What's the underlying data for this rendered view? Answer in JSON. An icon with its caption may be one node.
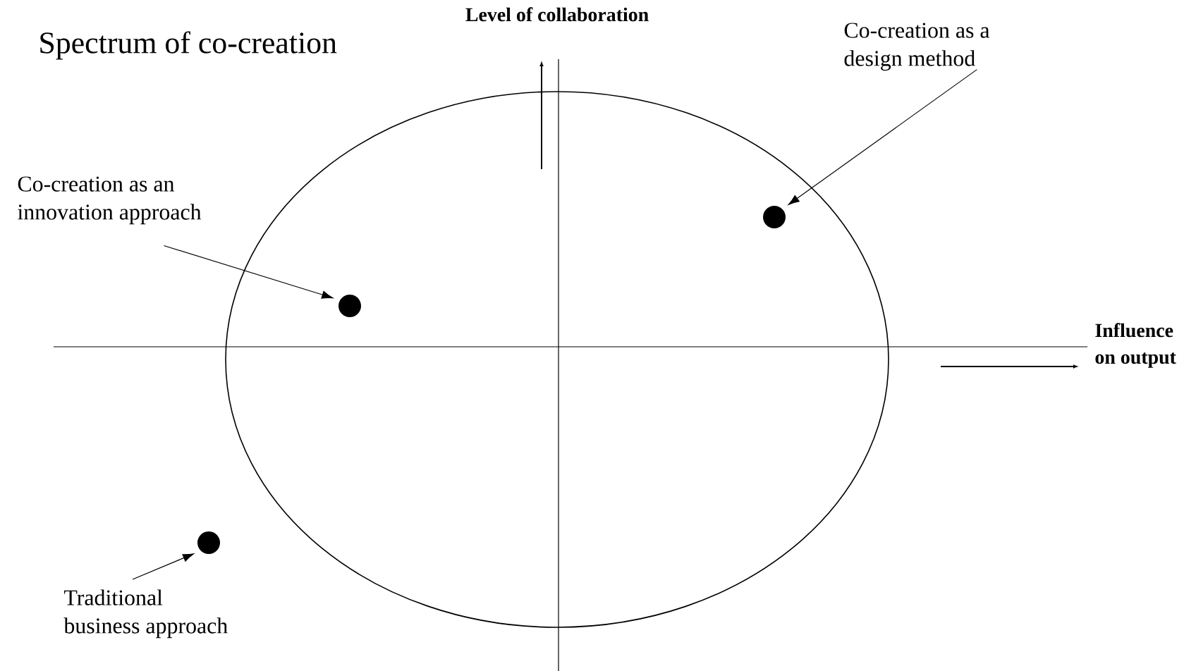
{
  "diagram": {
    "title": "Spectrum of co-creation",
    "nodes": [
      {
        "text": [
          "Co-creation as a design method"
        ]
      },
      {
        "text": [],
        "shape": "circle"
      },
      {
        "text": [
          "Co-creation as an innovation approach"
        ]
      },
      {
        "text": [],
        "shape": "circle"
      },
      {
        "text": [
          "Traditional business approach"
        ]
      },
      {
        "text": [],
        "shape": "circle"
      }
    ],
    "edges": [
      {
        "from": 0,
        "to": 1,
        "arrow": "to"
      },
      {
        "from": 2,
        "to": 3,
        "arrow": "to"
      },
      {
        "from": 4,
        "to": 5,
        "arrow": "to"
      }
    ],
    "labels": [
      "Level of collaboration",
      "Influence on output"
    ]
  }
}
